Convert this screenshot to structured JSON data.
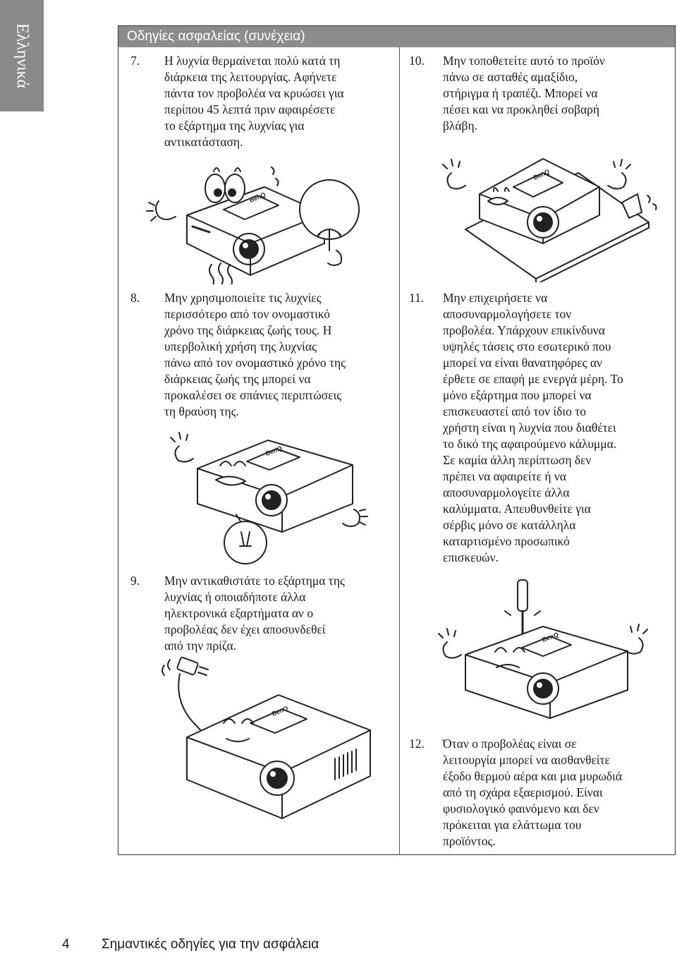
{
  "side_tab": {
    "label": "Ελληνικά"
  },
  "header": {
    "title": "Οδηγίες ασφαλείας (συνέχεια)"
  },
  "items": [
    {
      "number": "7.",
      "lines": [
        "Η λυχνία θερμαίνεται πολύ κατά τη",
        "διάρκεια της λειτουργίας. Αφήνετε",
        "πάντα τον προβολέα να κρυώσει για",
        "περίπου 45 λεπτά πριν αφαιρέσετε",
        "το εξάρτημα της λυχνίας για",
        "αντικατάσταση."
      ]
    },
    {
      "number": "8.",
      "lines": [
        "Μην χρησιμοποιείτε τις λυχνίες",
        "περισσότερο από τον ονομαστικό",
        "χρόνο της διάρκειας ζωής τους. Η",
        "υπερβολική χρήση της λυχνίας",
        "πάνω από τον ονομαστικό χρόνο της",
        "διάρκειας ζωής της μπορεί να",
        "προκαλέσει σε σπάνιες περιπτώσεις",
        "τη θραύση της."
      ]
    },
    {
      "number": "9.",
      "lines": [
        "Μην αντικαθιστάτε το εξάρτημα της",
        "λυχνίας ή οποιαδήποτε άλλα",
        "ηλεκτρονικά εξαρτήματα αν ο",
        "προβολέας δεν έχει αποσυνδεθεί",
        "από την πρίζα."
      ]
    },
    {
      "number": "10.",
      "lines": [
        "Μην τοποθετείτε αυτό το προϊόν",
        "πάνω σε ασταθές αμαξίδιο,",
        "στήριγμα ή τραπέζι. Μπορεί να",
        "πέσει και να προκληθεί σοβαρή",
        "βλάβη."
      ]
    },
    {
      "number": "11.",
      "lines": [
        "Μην επιχειρήσετε να",
        "αποσυναρμολογήσετε τον",
        "προβολέα. Υπάρχουν επικίνδυνα",
        "υψηλές τάσεις στο εσωτερικό που",
        "μπορεί να είναι θανατηφόρες αν",
        "έρθετε σε επαφή με ενεργά μέρη. Το",
        "μόνο εξάρτημα που μπορεί να",
        "επισκευαστεί από τον ίδιο το",
        "χρήστη είναι η λυχνία που διαθέτει",
        "το δικό της αφαιρούμενο κάλυμμα.",
        "Σε καμία άλλη περίπτωση δεν",
        "πρέπει να αφαιρείτε ή να",
        "αποσυναρμολογείτε άλλα",
        "καλύμματα. Απευθυνθείτε για",
        "σέρβις μόνο σε κατάλληλα",
        "καταρτισμένο προσωπικό",
        "επισκευών."
      ]
    },
    {
      "number": "12.",
      "lines": [
        "Όταν ο προβολέας είναι σε",
        "λειτουργία μπορεί να αισθανθείτε",
        "έξοδο θερμού αέρα και μια μυρωδιά",
        "από τη σχάρα εξαερισμού. Είναι",
        "φυσιολογικό φαινόμενο και δεν",
        "πρόκειται για ελάττωμα του",
        "προϊόντος."
      ]
    }
  ],
  "illustrations": {
    "logo_text": "BenQ",
    "fan": "projector-with-fan-icon",
    "table": "projector-on-table-icon",
    "lamp": "projector-with-lamp-icon",
    "screwdriver": "projector-with-screwdriver-icon",
    "plug": "projector-with-plug-icon"
  },
  "footer": {
    "page_number": "4",
    "title": "Σημαντικές οδηγίες για την ασφάλεια"
  }
}
